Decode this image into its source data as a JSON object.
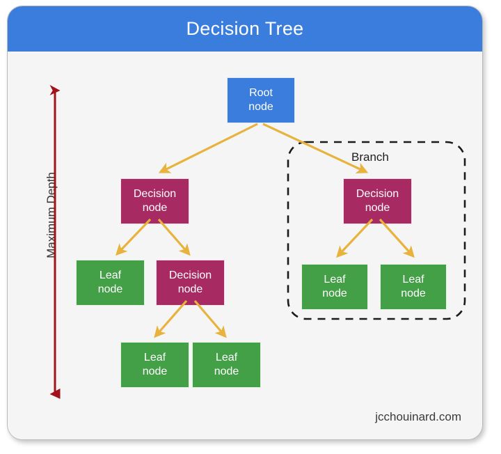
{
  "card": {
    "title": "Decision Tree",
    "header_color": "#3b7ddd",
    "body_color": "#f5f5f5"
  },
  "diagram": {
    "type": "tree-diagram",
    "palette": {
      "root": "#3b7ddd",
      "decision": "#a82a62",
      "leaf": "#43a047",
      "arrow": "#e8b33d",
      "depth_arrow": "#a3111b",
      "branch_outline": "#1a1a1a"
    },
    "nodes": [
      {
        "id": "root",
        "kind": "root",
        "line1": "Root",
        "line2": "node"
      },
      {
        "id": "d-l",
        "kind": "decision",
        "line1": "Decision",
        "line2": "node"
      },
      {
        "id": "d-r",
        "kind": "decision",
        "line1": "Decision",
        "line2": "node"
      },
      {
        "id": "l-1",
        "kind": "leaf",
        "line1": "Leaf",
        "line2": "node"
      },
      {
        "id": "d-l2",
        "kind": "decision",
        "line1": "Decision",
        "line2": "node"
      },
      {
        "id": "l-2",
        "kind": "leaf",
        "line1": "Leaf",
        "line2": "node"
      },
      {
        "id": "l-3",
        "kind": "leaf",
        "line1": "Leaf",
        "line2": "node"
      },
      {
        "id": "l-4",
        "kind": "leaf",
        "line1": "Leaf",
        "line2": "node"
      },
      {
        "id": "l-5",
        "kind": "leaf",
        "line1": "Leaf",
        "line2": "node"
      }
    ],
    "branch_label": "Branch",
    "depth_label": "Maximum Depth"
  },
  "watermark": "jcchouinard.com"
}
